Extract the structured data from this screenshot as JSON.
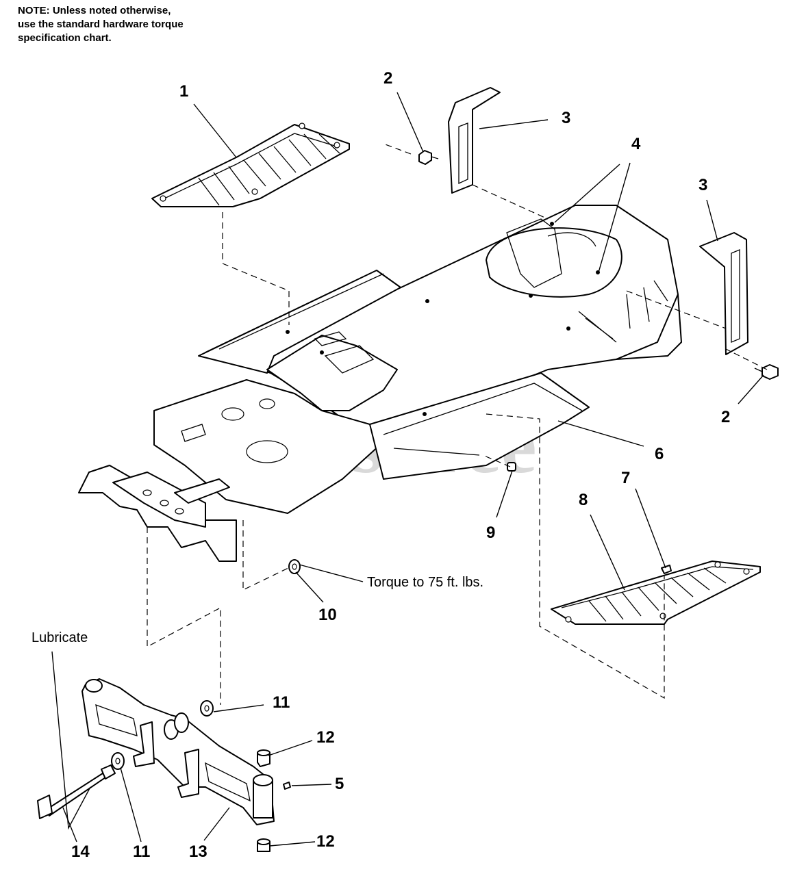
{
  "note": {
    "lines": [
      "NOTE: Unless noted otherwise,",
      "use the standard hardware torque",
      "specification chart."
    ]
  },
  "watermark": "PartsTree",
  "annotations": {
    "torque": "Torque to 75 ft. lbs.",
    "lubricate": "Lubricate"
  },
  "callouts": {
    "c1": "1",
    "c2a": "2",
    "c3a": "3",
    "c4": "4",
    "c3b": "3",
    "c2b": "2",
    "c6": "6",
    "c7": "7",
    "c8": "8",
    "c9": "9",
    "c10": "10",
    "c11a": "11",
    "c12a": "12",
    "c5": "5",
    "c12b": "12",
    "c14": "14",
    "c11b": "11",
    "c13": "13"
  }
}
